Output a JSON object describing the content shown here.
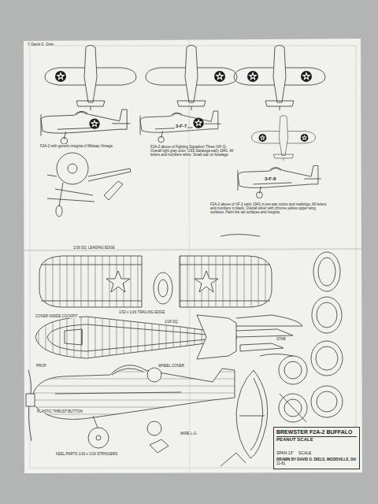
{
  "diagram": {
    "nodes": [
      {
        "text": [
          "BREWSTER F2A-2 BUFFALO",
          "PEANUT SCALE",
          "SPAN 13\"",
          "SCALE",
          "DRAWN BY DAVID G. DIELS, WOODVILLE, OH",
          "11-81"
        ]
      }
    ],
    "labels": [
      "© David G. Diels",
      "3-F-7",
      "3-F-8",
      "F2A-2 with generic insignia of Midway Vintage.",
      "F2A-2 above of Fighting Squadron Three (VF-3). Overall light gray color. USS Saratoga early 1941. All letters and numbers white. Small star on fuselage.",
      "F2A-2 above of VF-2 early 1941 in pre-war colors and markings. All letters and numbers in black. Overall silver with chrome yellow upper wing surfaces. Paint the tail surfaces and insignia.",
      "1/16 SQ. LEADING EDGE",
      "1/32 x 1/16 TRAILING EDGE",
      "COVER INSIDE COCKPIT",
      "WHEEL COVER",
      "PROP",
      "PLASTIC THRUST BUTTON",
      "KEEL PARTS 1/16 x 1/16 STRINGERS",
      "1/16 SQ.",
      "STAB",
      "WIRE L.G."
    ]
  }
}
